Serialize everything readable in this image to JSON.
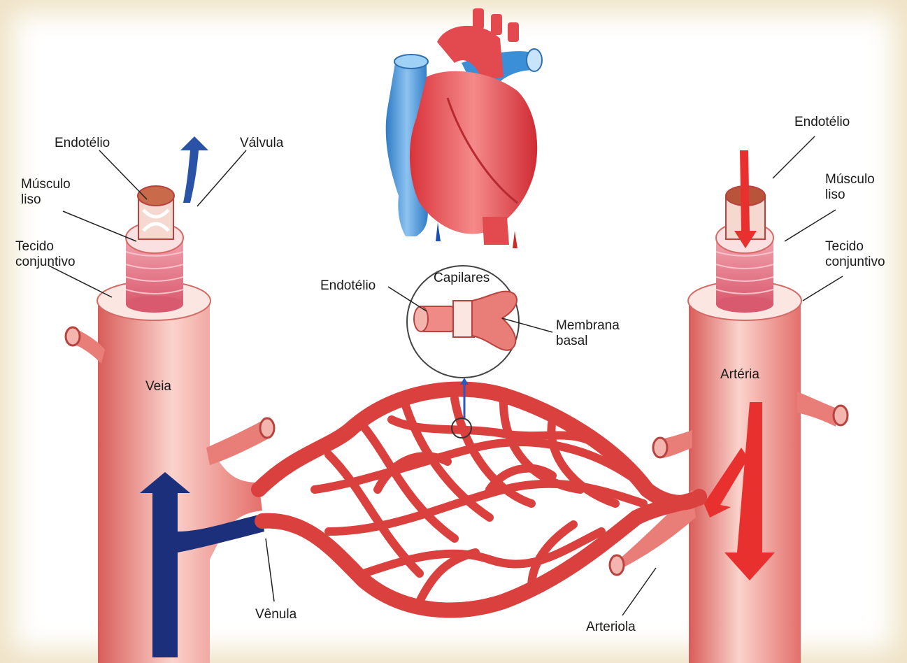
{
  "labels": {
    "veia": {
      "endotelio": "Endotélio",
      "valvula": "Válvula",
      "musculo_liso": "Músculo\nliso",
      "tecido_conjuntivo": "Tecido\nconjuntivo",
      "name": "Veia"
    },
    "arteria": {
      "endotelio": "Endotélio",
      "musculo_liso": "Músculo\nliso",
      "tecido_conjuntivo": "Tecido\nconjuntivo",
      "name": "Artéria"
    },
    "capilares": {
      "title": "Capilares",
      "endotelio": "Endotélio",
      "membrana_basal": "Membrana\nbasal"
    },
    "venula": "Vênula",
    "arteriola": "Arteriola"
  },
  "colors": {
    "vessel": "#ef8a86",
    "vessel_dark": "#d9524f",
    "capillary": "#d9403e",
    "vein_blue": "#3b8fd6",
    "arrow_blue": "#1b2f7a",
    "arrow_red": "#e8302e",
    "muscle": "#e36d80",
    "lumen": "#c96a4a"
  }
}
